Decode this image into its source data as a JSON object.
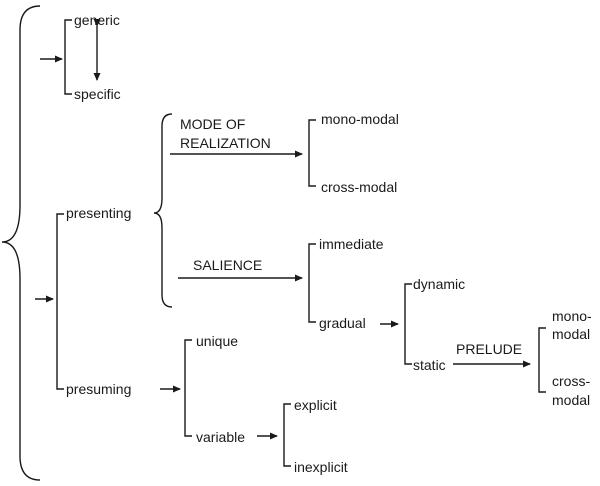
{
  "labels": {
    "generic": "generic",
    "specific": "specific",
    "presenting": "presenting",
    "presuming": "presuming",
    "mode_of_realization_1": "MODE OF",
    "mode_of_realization_2": "REALIZATION",
    "mono_modal": "mono-modal",
    "cross_modal": "cross-modal",
    "salience": "SALIENCE",
    "immediate": "immediate",
    "gradual": "gradual",
    "dynamic": "dynamic",
    "static": "static",
    "prelude": "PRELUDE",
    "prelude_mono_1": "mono-",
    "prelude_mono_2": "modal",
    "prelude_cross_1": "cross-",
    "prelude_cross_2": "modal",
    "unique": "unique",
    "variable": "variable",
    "explicit": "explicit",
    "inexplicit": "inexplicit"
  }
}
